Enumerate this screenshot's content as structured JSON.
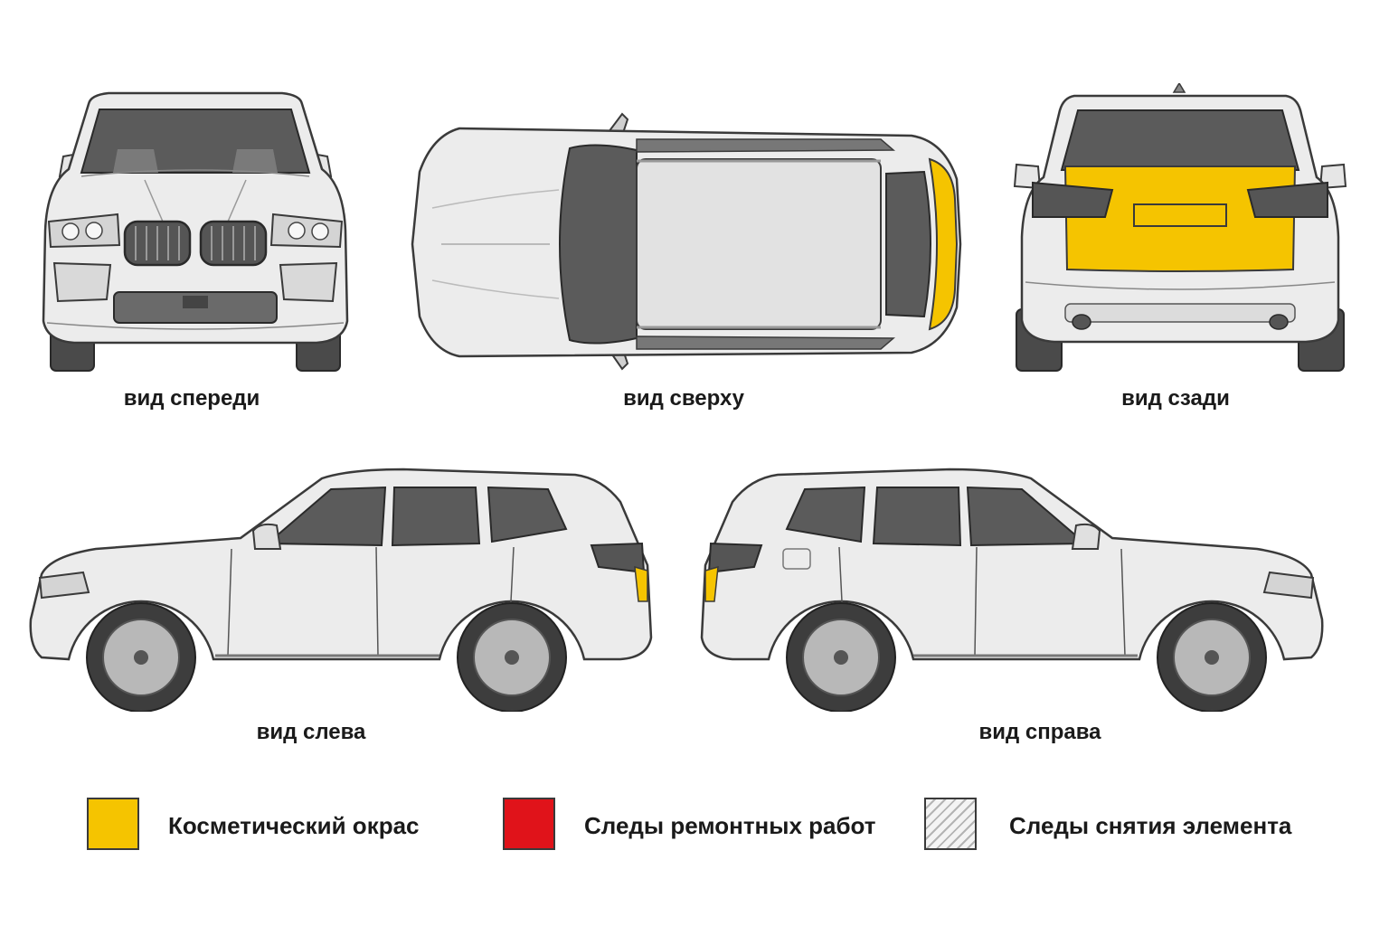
{
  "views": {
    "front": {
      "label": "вид спереди"
    },
    "top": {
      "label": "вид сверху"
    },
    "rear": {
      "label": "вид сзади"
    },
    "left": {
      "label": "вид слева"
    },
    "right": {
      "label": "вид справа"
    }
  },
  "legend": [
    {
      "label": "Косметический окрас",
      "color": "#F5C400"
    },
    {
      "label": "Следы ремонтных работ",
      "color": "#E0131A"
    },
    {
      "label": "Следы снятия элемента",
      "color": "#d8d8d8"
    }
  ],
  "colors": {
    "body": "#ececec",
    "outline": "#3a3a3a",
    "glass": "#5b5b5b",
    "highlight": "#F5C400"
  }
}
